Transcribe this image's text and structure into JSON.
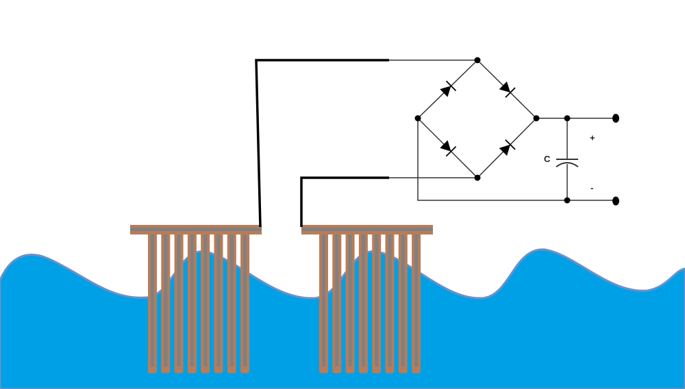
{
  "capacitor_label": "C",
  "positive_terminal_label": "+",
  "negative_terminal_label": "-",
  "colors": {
    "water": "#00a0e6",
    "water_edge": "#6f8fc6",
    "electrode_copper": "#b87c58",
    "electrode_core": "#808080",
    "wire": "#000000"
  },
  "electrodes": {
    "rods_per_plate": 8,
    "plates": 2
  }
}
